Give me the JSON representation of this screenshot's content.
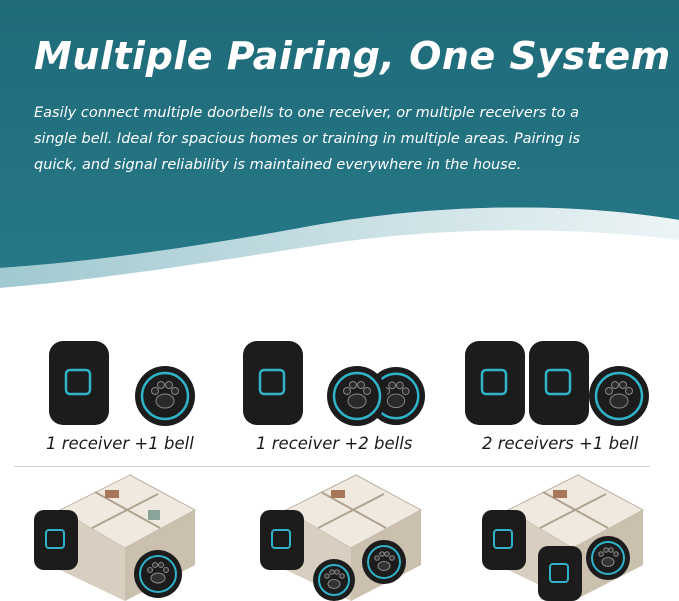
{
  "header": {
    "title": "Multiple Pairing, One System",
    "description": "Easily connect multiple doorbells to one receiver, or multiple receivers to a single bell. Ideal for spacious homes or training in multiple areas. Pairing is quick, and signal reliability is maintained everywhere in the house."
  },
  "configs": [
    {
      "label": "1 receiver +1 bell"
    },
    {
      "label": "1 receiver +2 bells"
    },
    {
      "label": "2 receivers +1 bell"
    }
  ],
  "colors": {
    "banner": "#226f7e",
    "accent_glow": "#2fb3c9",
    "device_body": "#1c1c1c"
  },
  "icons": [
    "receiver-icon",
    "paw-bell-icon",
    "house-floorplan-icon"
  ]
}
